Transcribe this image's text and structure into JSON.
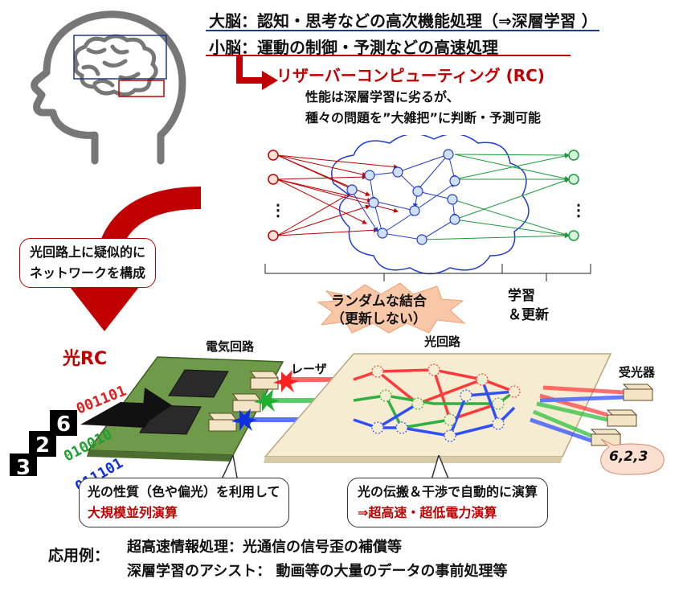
{
  "header": {
    "cerebrum": "大脳：認知・思考などの高次機能処理（⇒深層学習 ）",
    "cerebellum": "小脳：運動の制御・予測などの高速処理"
  },
  "rc": {
    "title": "リザーバーコンピューティング (RC)",
    "desc_line1": "性能は深層学習に劣るが、",
    "desc_line2": "種々の問題を”大雑把”に判断・予測可能"
  },
  "network": {
    "random_line1": "ランダムな結合",
    "random_line2": "（更新しない）",
    "learn_line1": "学習",
    "learn_line2": "＆更新"
  },
  "optical": {
    "circuit_label_line1": "光回路上に疑似的に",
    "circuit_label_line2": "ネットワークを構成",
    "rc_label": "光RC",
    "electric_circuit": "電気回路",
    "laser": "レーザ",
    "optical_circuit": "光回路",
    "receiver": "受光器",
    "bits_red": "001101",
    "bits_green": "010010",
    "bits_blue": "011101",
    "digits": [
      "6",
      "2",
      "3"
    ],
    "result": "6,2,3"
  },
  "callouts": {
    "prop_line1": "光の性質（色や偏光）を利用して",
    "prop_line2": "大規模並列演算",
    "wave_line1": "光の伝搬＆干渉で自動的に演算",
    "wave_line2": "⇒超高速・超低電力演算"
  },
  "applications": {
    "heading": "応用例：",
    "item1": "超高速情報処理：光通信の信号歪の補償等",
    "item2": "深層学習のアシスト： 動画等の大量のデータの事前処理等"
  }
}
